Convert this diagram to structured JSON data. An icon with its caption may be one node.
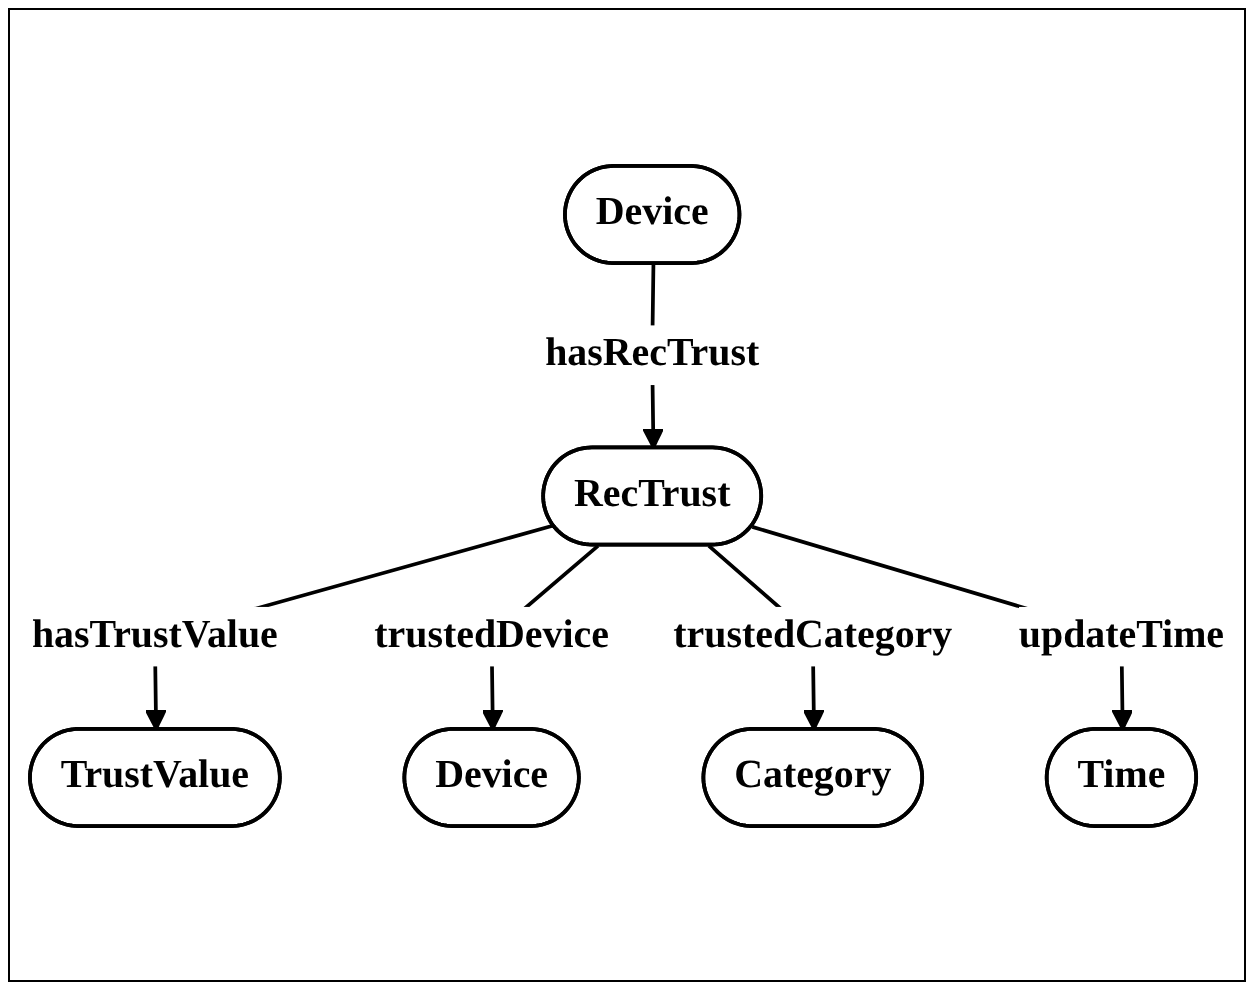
{
  "diagram": {
    "nodes": [
      {
        "text": [
          "Device"
        ]
      },
      {
        "text": [
          "TrustValue"
        ]
      },
      {
        "text": [
          "RecTrust"
        ]
      },
      {
        "text": [
          "Device"
        ]
      },
      {
        "text": [
          "Category"
        ]
      },
      {
        "text": [
          "Time"
        ]
      }
    ],
    "edges": [
      {
        "from": 0,
        "to": 2,
        "arrow": "to",
        "label": "hasRecTrust"
      },
      {
        "from": 2,
        "to": 1,
        "arrow": "to",
        "label": "hasTrustValue"
      },
      {
        "from": 2,
        "to": 3,
        "arrow": "to",
        "label": "trustedDevice"
      },
      {
        "from": 2,
        "to": 4,
        "arrow": "to",
        "label": "trustedCategory"
      },
      {
        "from": 2,
        "to": 5,
        "arrow": "to",
        "label": "updateTime"
      }
    ]
  }
}
